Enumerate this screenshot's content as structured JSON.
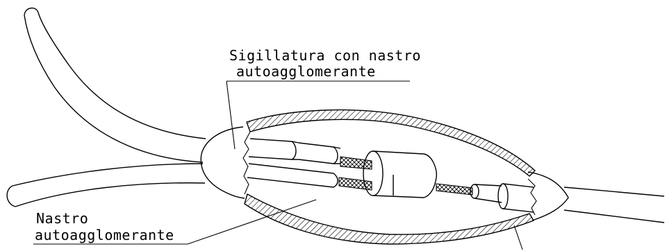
{
  "labels": {
    "sealing_line1": "Sigillatura con nastro",
    "sealing_line2": "autoagglomerante",
    "tape_line1": "Nastro",
    "tape_line2": "autoagglomerante"
  },
  "colors": {
    "ink": "#000000",
    "background": "#ffffff"
  }
}
